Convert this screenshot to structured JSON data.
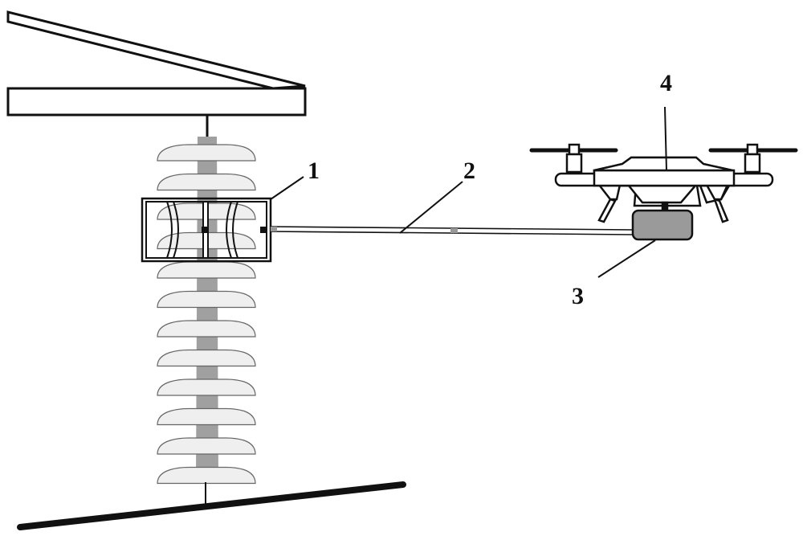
{
  "figure": {
    "labels": {
      "frame": "1",
      "rod": "2",
      "box": "3",
      "drone": "4"
    },
    "colors": {
      "line": "#111111",
      "shed": "#efefef",
      "core": "#a0a0a0",
      "box": "#9a9a9a"
    },
    "shed_count": 12
  }
}
